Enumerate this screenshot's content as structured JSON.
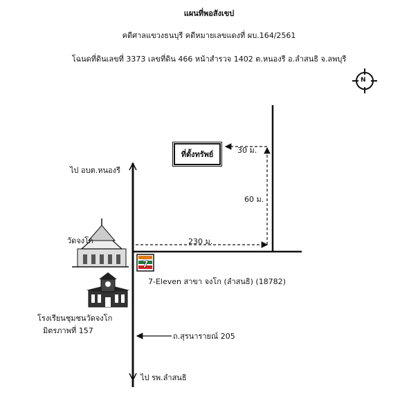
{
  "header": {
    "title": "แผนที่พอสังเขป",
    "case": "คดีศาลแขวงธนบุรี คดีหมายเลขแดงที่ ผบ.164/2561",
    "deed": "โฉนดที่ดินเลขที่ 3373 เลขที่ดิน 466 หน้าสำรวจ 1402 ต.หนองรี อ.ลำสนธิ จ.ลพบุรี"
  },
  "compass": {
    "label": "N"
  },
  "property": {
    "label": "ที่ตั้งทรัพย์"
  },
  "distances": {
    "d30": "30 ม.",
    "d60": "60 ม.",
    "d230": "230 ม."
  },
  "labels": {
    "to_north": "ไป อบต.หนองรี",
    "temple": "วัดจงโก",
    "seven_eleven": "7-Eleven สาขา จงโก (ลำสนธิ) (18782)",
    "school_line1": "โรงเรียนชุมชนวัดจงโก",
    "school_line2": "มิตรภาพที่ 157",
    "road": "ถ.สุรนารายณ์ 205",
    "to_south": "ไป รพ.ลำสนธิ"
  },
  "colors": {
    "ink": "#111111",
    "seven_green": "#1a7a3a",
    "seven_red": "#d02020",
    "seven_orange": "#e07a10"
  }
}
